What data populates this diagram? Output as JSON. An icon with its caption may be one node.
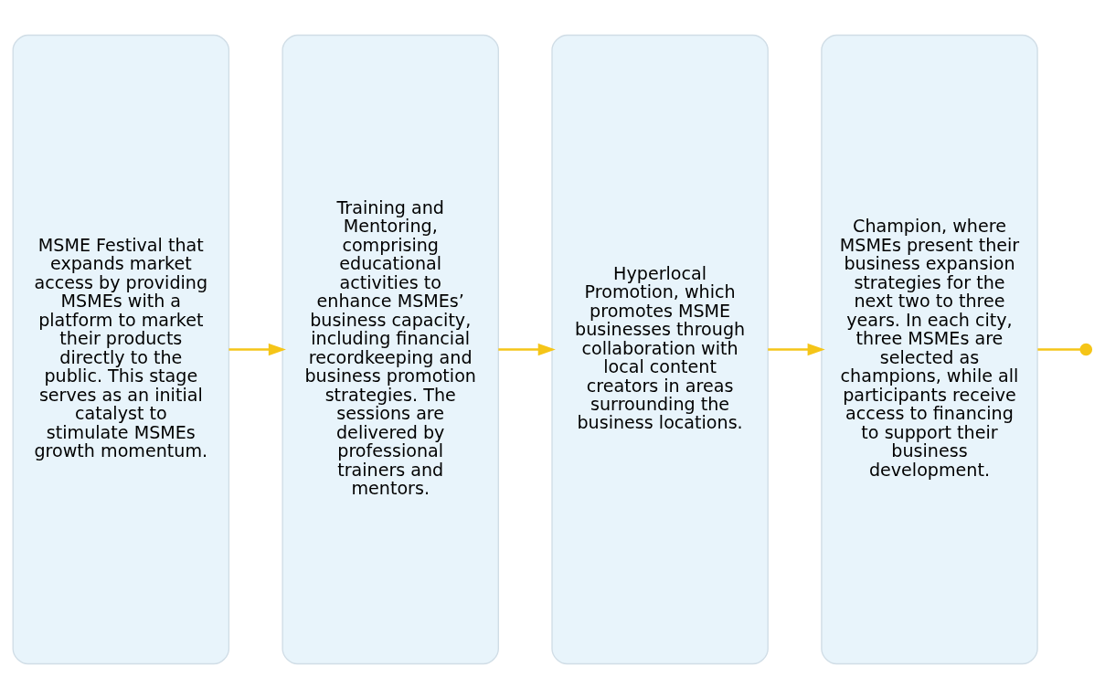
{
  "diagram": {
    "nodes": [
      {
        "text": [
          "MSME Festival that expands market access by providing MSMEs with a platform to market their products directly to the public. This stage serves as an initial catalyst to stimulate MSMEs growth momentum."
        ]
      },
      {
        "text": [
          "Training and Mentoring, comprising educational activities to enhance MSMEs’ business capacity, including financial recordkeeping and business promotion strategies. The sessions are delivered by professional trainers and mentors."
        ]
      },
      {
        "text": [
          "Hyperlocal Promotion, which promotes MSME businesses through collaboration with local content creators in areas surrounding the business locations."
        ]
      },
      {
        "text": [
          "Champion, where MSMEs present their business expansion strategies for the next two to three years. In each city, three MSMEs are selected as champions, while all participants receive access to financing to support their business development."
        ]
      }
    ],
    "edges": [
      {
        "from": 0,
        "to": 1,
        "arrow": "to"
      },
      {
        "from": 1,
        "to": 2,
        "arrow": "to"
      },
      {
        "from": 2,
        "to": 3,
        "arrow": "to"
      },
      {
        "from": 3,
        "to": null,
        "arrow": "other"
      }
    ]
  }
}
